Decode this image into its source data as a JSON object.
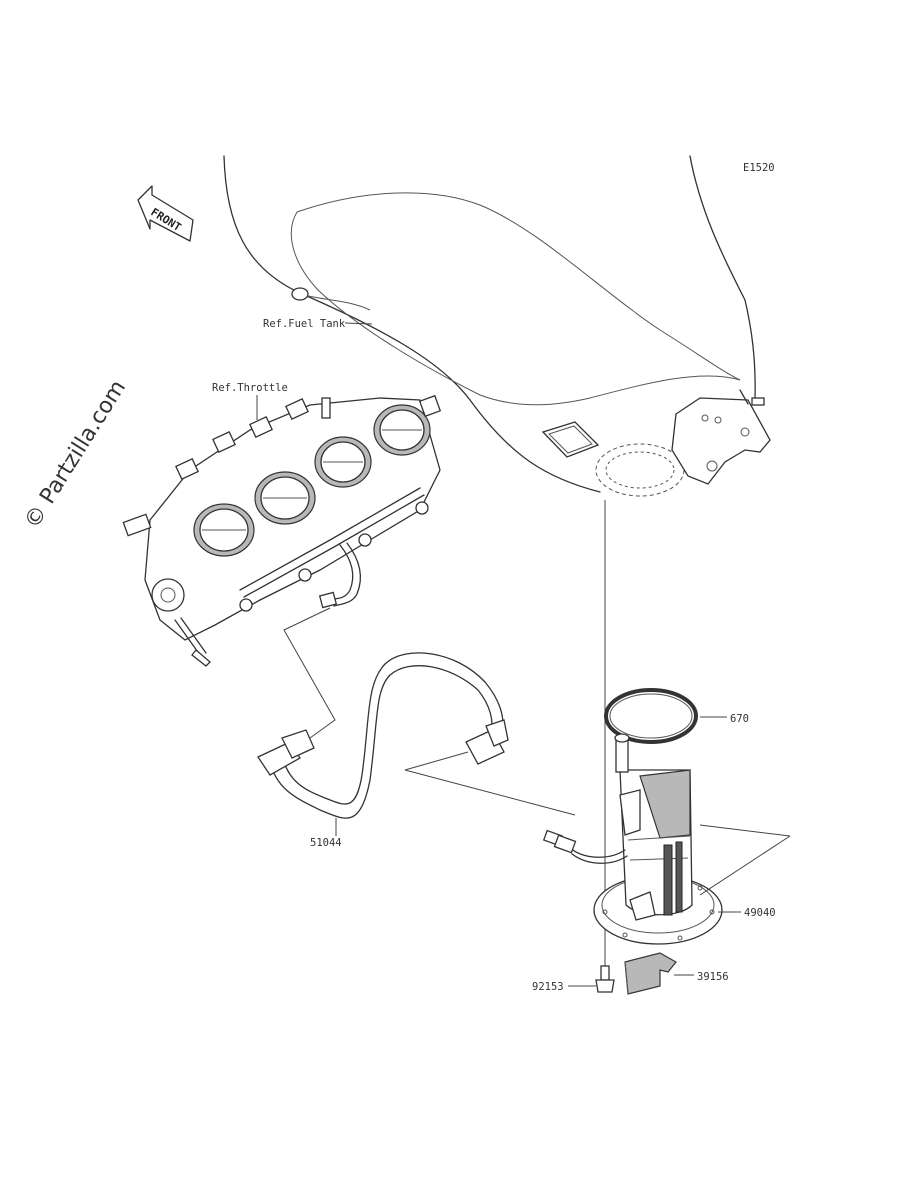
{
  "diagram_code": "E1520",
  "watermark": "© Partzilla.com",
  "front_marker": "FRONT",
  "references": {
    "fuel_tank": "Ref.Fuel Tank",
    "throttle": "Ref.Throttle"
  },
  "parts": [
    {
      "id": "p670",
      "number": "670"
    },
    {
      "id": "p51044",
      "number": "51044"
    },
    {
      "id": "p49040",
      "number": "49040"
    },
    {
      "id": "p39156",
      "number": "39156"
    },
    {
      "id": "p92153",
      "number": "92153"
    }
  ]
}
